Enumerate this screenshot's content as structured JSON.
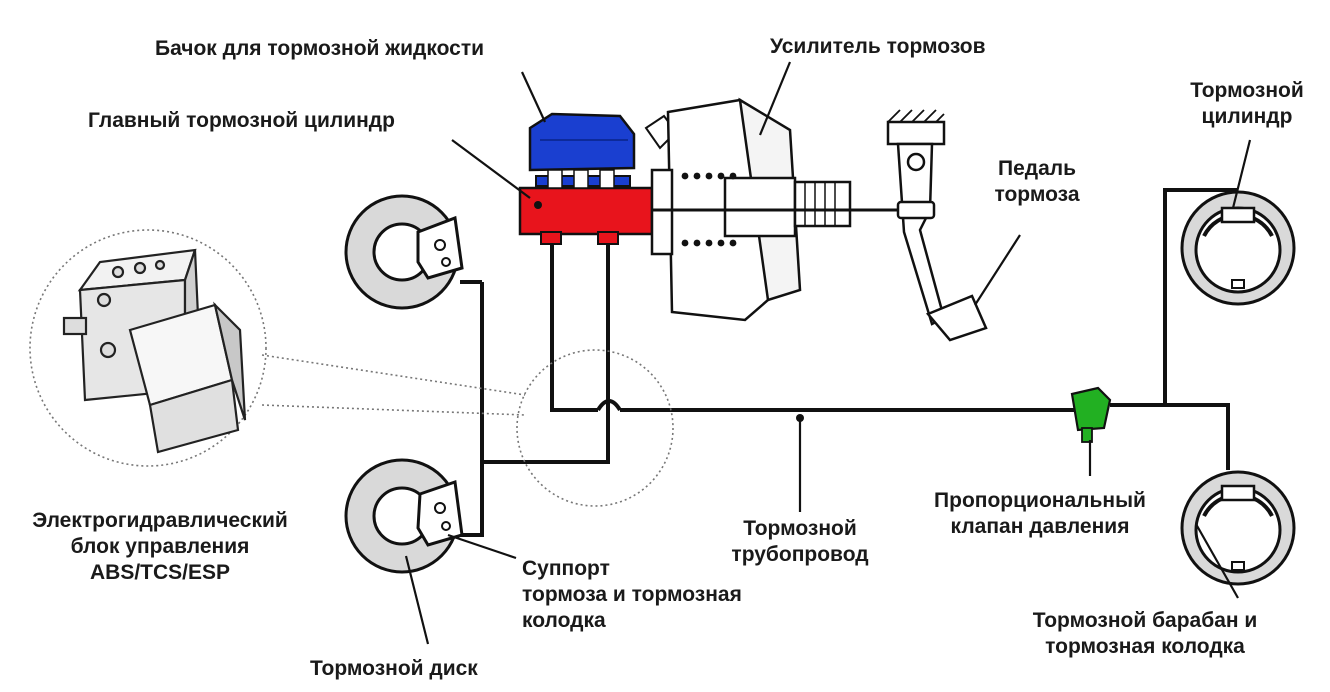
{
  "labels": {
    "reservoir": "Бачок для тормозной жидкости",
    "master_cylinder": "Главный тормозной цилиндр",
    "booster": "Усилитель тормозов",
    "pedal": "Педаль\nтормоза",
    "wheel_cylinder": "Тормозной\nцилиндр",
    "abs_unit": "Электрогидравлический\nблок управления\nABS/TCS/ESP",
    "caliper": "Суппорт\nтормоза и тормозная\nколодка",
    "disc": "Тормозной диск",
    "brake_line": "Тормозной\nтрубопровод",
    "proportioning_valve": "Пропорциональный\nклапан давления",
    "drum": "Тормозной барабан и\nтормозная колодка"
  },
  "colors": {
    "reservoir": "#1a3fd0",
    "master_cylinder": "#e8141c",
    "valve": "#22b022",
    "line": "#111111",
    "disc": "#d9d9d9"
  },
  "icons": [
    "brake-disc-icon",
    "caliper-icon",
    "reservoir-icon",
    "master-cylinder-icon",
    "brake-booster-icon",
    "brake-pedal-icon",
    "proportioning-valve-icon",
    "drum-brake-icon",
    "abs-module-icon"
  ]
}
